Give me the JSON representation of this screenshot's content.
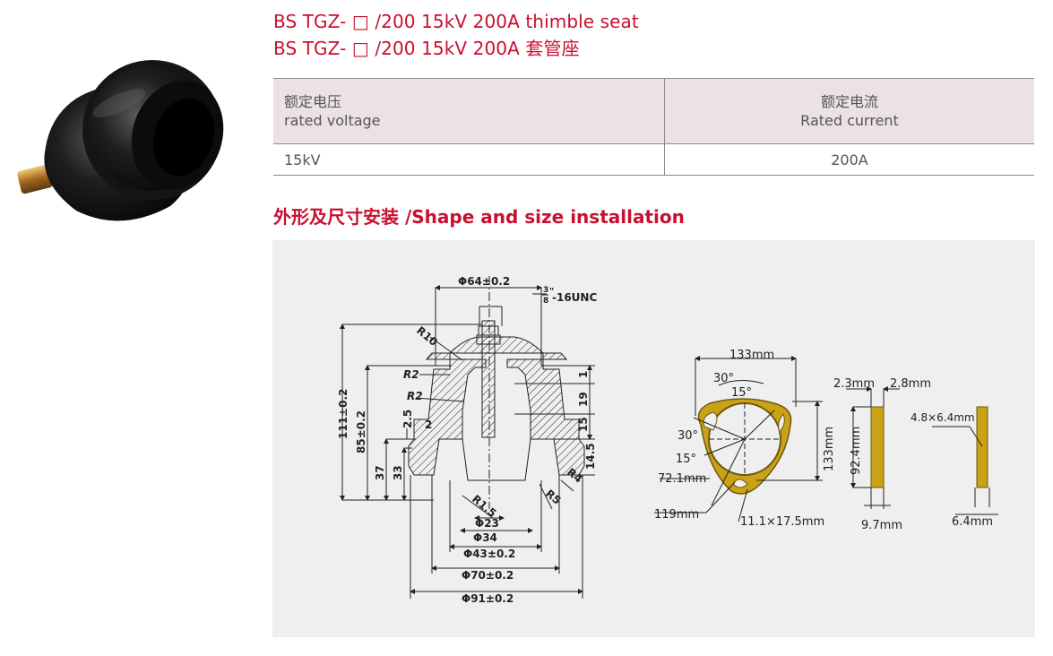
{
  "header": {
    "title_en": "BS TGZ- □ /200  15kV 200A thimble seat",
    "title_cn": "BS TGZ- □ /200  15kV 200A 套管座"
  },
  "spec_table": {
    "headers": [
      {
        "cn": "额定电压",
        "en": "rated voltage"
      },
      {
        "cn": "额定电流",
        "en": "Rated current"
      }
    ],
    "row": [
      "15kV",
      "200A"
    ]
  },
  "section": {
    "heading": "外形及尺寸安装 /Shape and size installation"
  },
  "drawing_left": {
    "d_top": "Φ64±0.2",
    "thread": "-16UNC",
    "thread_num": "3",
    "thread_den": "8",
    "thread_mark": "\"",
    "r10": "R10",
    "r2a": "R2",
    "r2b": "R2",
    "h111": "111±0.2",
    "h85": "85±0.2",
    "h37": "37",
    "h33": "33",
    "h25": "2.5",
    "w2": "2",
    "v1": "1",
    "v19": "19",
    "v15": "15",
    "v145": "14.5",
    "r4": "R4",
    "r5": "R5",
    "r15": "R1.5",
    "d23": "Φ23",
    "d34": "Φ34",
    "d43": "Φ43±0.2",
    "d70": "Φ70±0.2",
    "d91": "Φ91±0.2"
  },
  "drawing_right": {
    "w133": "133mm",
    "h133": "133mm",
    "a30a": "30°",
    "a15a": "15°",
    "a30b": "30°",
    "a15b": "15°",
    "d721": "72.1mm",
    "d119": "119mm",
    "slot": "11.1×17.5mm",
    "t23": "2.3mm",
    "t28": "2.8mm",
    "h924": "92.4mm",
    "w97": "9.7mm",
    "hole": "4.8×6.4mm",
    "w64": "6.4mm"
  },
  "colors": {
    "accent": "#c8102e",
    "table_header_bg": "#ece2e6",
    "panel_bg": "#efefef",
    "gasket": "#c9a215"
  }
}
